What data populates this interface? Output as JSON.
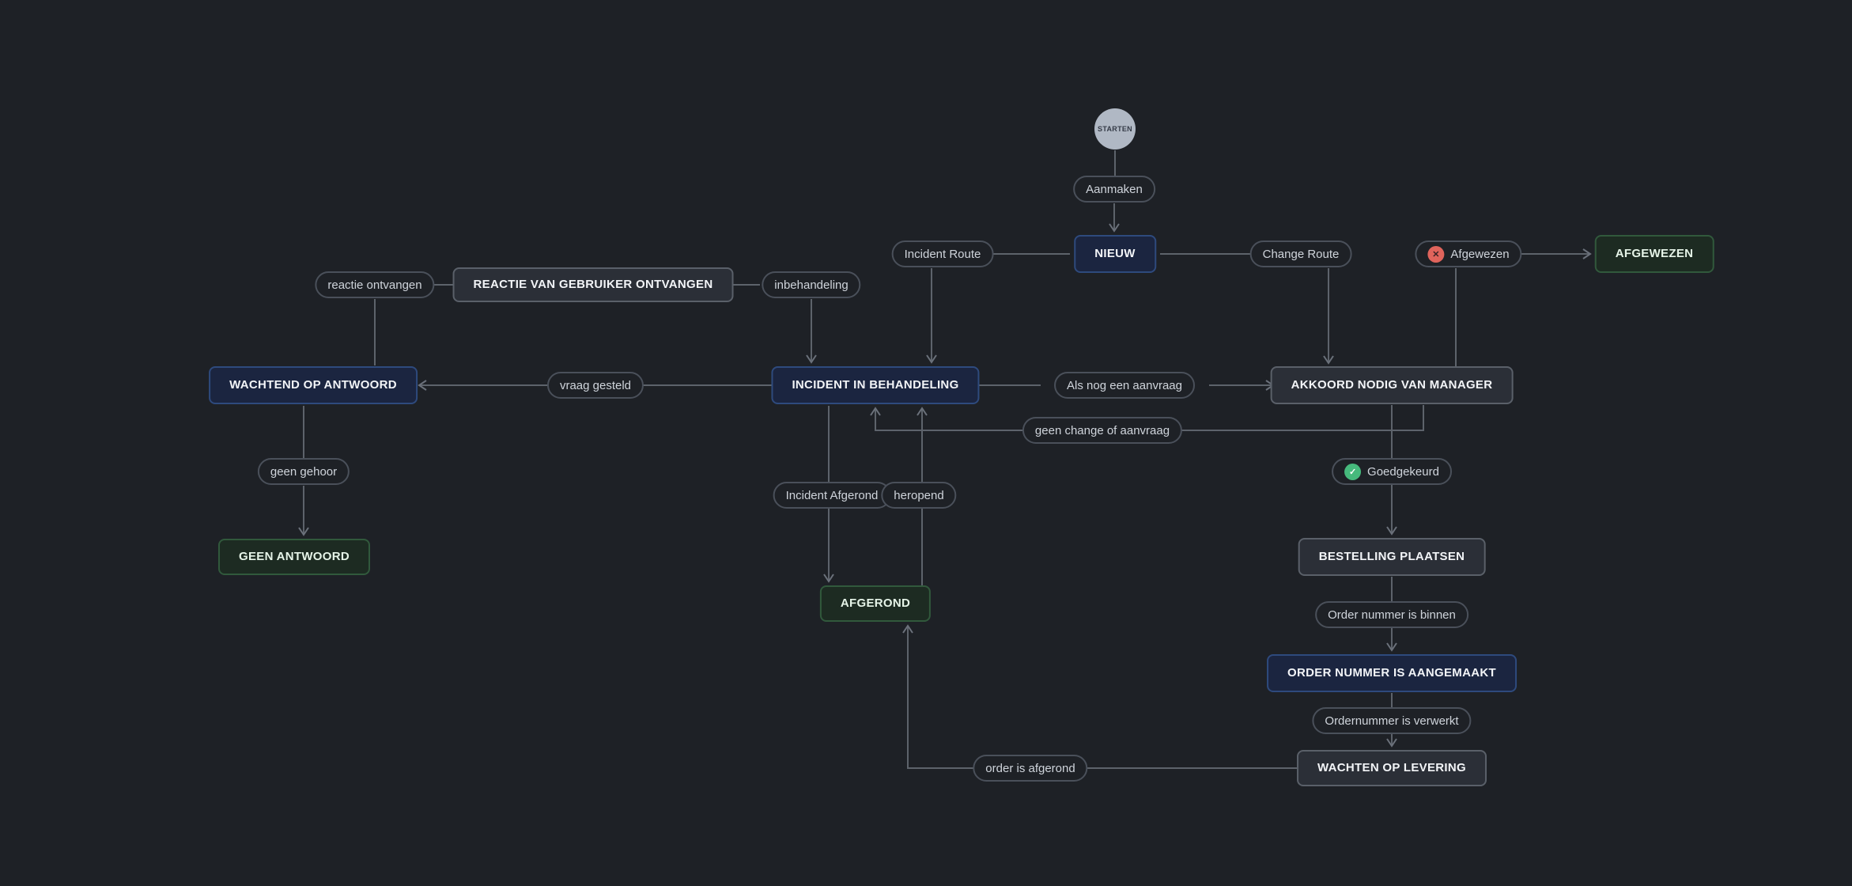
{
  "diagram": {
    "start_node": {
      "label": "STARTEN"
    },
    "states": {
      "nieuw": {
        "label": "NIEUW",
        "kind": "active"
      },
      "afgewezen": {
        "label": "AFGEWEZEN",
        "kind": "terminal"
      },
      "reactie_van_gebruiker_ontvangen": {
        "label": "REACTIE VAN GEBRUIKER ONTVANGEN",
        "kind": "neutral"
      },
      "wachtend_op_antwoord": {
        "label": "WACHTEND OP ANTWOORD",
        "kind": "active"
      },
      "incident_in_behandeling": {
        "label": "INCIDENT IN BEHANDELING",
        "kind": "active"
      },
      "akkoord_nodig_van_manager": {
        "label": "AKKOORD NODIG VAN MANAGER",
        "kind": "neutral"
      },
      "geen_antwoord": {
        "label": "GEEN ANTWOORD",
        "kind": "terminal"
      },
      "bestelling_plaatsen": {
        "label": "BESTELLING PLAATSEN",
        "kind": "neutral"
      },
      "afgerond": {
        "label": "AFGEROND",
        "kind": "terminal"
      },
      "order_nummer_is_aangemaakt": {
        "label": "ORDER NUMMER IS AANGEMAAKT",
        "kind": "active"
      },
      "wachten_op_levering": {
        "label": "WACHTEN OP LEVERING",
        "kind": "neutral"
      }
    },
    "transitions": {
      "aanmaken": {
        "label": "Aanmaken"
      },
      "incident_route": {
        "label": "Incident Route"
      },
      "change_route": {
        "label": "Change Route"
      },
      "afgewezen": {
        "label": "Afgewezen",
        "icon": "rejected-icon"
      },
      "reactie_ontvangen": {
        "label": "reactie ontvangen"
      },
      "inbehandeling": {
        "label": "inbehandeling"
      },
      "vraag_gesteld": {
        "label": "vraag gesteld"
      },
      "als_nog_een_aanvraag": {
        "label": "Als nog een aanvraag"
      },
      "geen_change_of_aanvraag": {
        "label": "geen change of aanvraag"
      },
      "geen_gehoor": {
        "label": "geen gehoor"
      },
      "goedgekeurd": {
        "label": "Goedgekeurd",
        "icon": "approved-icon"
      },
      "incident_afgerond": {
        "label": "Incident Afgerond"
      },
      "heropend": {
        "label": "heropend"
      },
      "order_nummer_is_binnen": {
        "label": "Order nummer is binnen"
      },
      "ordernummer_is_verwerkt": {
        "label": "Ordernummer is verwerkt"
      },
      "order_is_afgerond": {
        "label": "order is afgerond"
      }
    },
    "colors": {
      "background": "#1e2126",
      "state_active_bg": "#1b2540",
      "state_active_border": "#2e4a7d",
      "state_neutral_bg": "#2b2f37",
      "state_neutral_border": "#5a6069",
      "state_terminal_bg": "#1d2b22",
      "state_terminal_border": "#31593c",
      "connector": "#5d636b",
      "start_circle": "#b0b8c4",
      "rejected_icon": "#e0645c",
      "approved_icon": "#46b97c"
    }
  }
}
